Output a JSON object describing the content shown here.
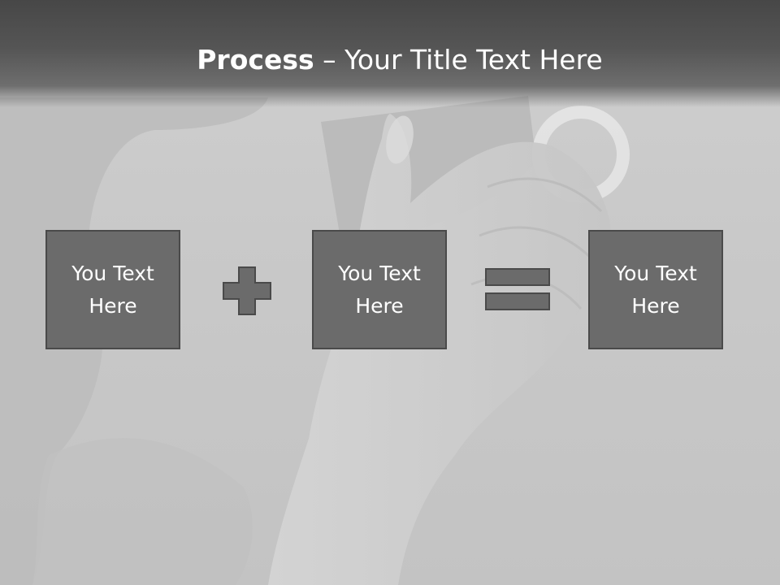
{
  "slide": {
    "title_bold": "Process",
    "title_dash": " – ",
    "title_rest": "Your Title Text Here",
    "boxes": [
      {
        "line1": "You Text",
        "line2": "Here"
      },
      {
        "line1": "You Text",
        "line2": "Here"
      },
      {
        "line1": "You Text",
        "line2": "Here"
      }
    ],
    "operators": {
      "first": "plus-icon",
      "second": "equals-icon"
    },
    "colors": {
      "header": "#4d4d4d",
      "box_fill": "#6b6b6b",
      "box_border": "#4a4a4a",
      "background": "#c8c8c8",
      "text": "#ffffff"
    }
  }
}
